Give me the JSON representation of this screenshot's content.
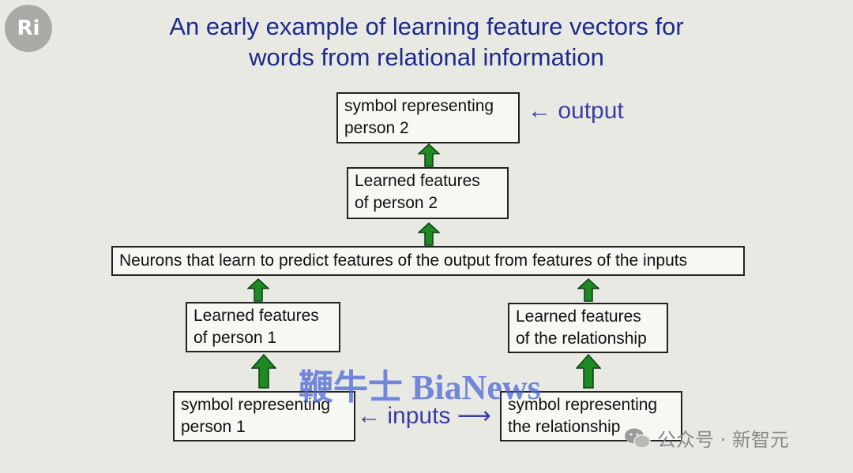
{
  "logo": {
    "text": "Ri"
  },
  "title": {
    "line1": "An early example of learning feature vectors for",
    "line2": "words from relational information"
  },
  "boxes": {
    "output_symbol": {
      "line1": "symbol representing",
      "line2": "person 2"
    },
    "learned_person2": {
      "line1": "Learned features",
      "line2": "of person 2"
    },
    "neurons": {
      "line1": "Neurons that learn to predict features of the output from features of the inputs"
    },
    "learned_person1": {
      "line1": "Learned features",
      "line2": "of person 1"
    },
    "learned_relationship": {
      "line1": "Learned features",
      "line2": "of the relationship"
    },
    "input_person1": {
      "line1": "symbol representing",
      "line2": "person 1"
    },
    "input_relationship": {
      "line1": "symbol representing",
      "line2": "the relationship"
    }
  },
  "labels": {
    "output": "output",
    "inputs": "inputs",
    "arrow_left": "←",
    "arrow_right": "⟶"
  },
  "watermark": {
    "text": "鞭牛士 BiaNews"
  },
  "wechat": {
    "text": "公众号 · 新智元"
  },
  "colors": {
    "title": "#1e2a8c",
    "label": "#3b3da6",
    "arrow_fill": "#1e8a24",
    "background": "#e9e9e3"
  }
}
